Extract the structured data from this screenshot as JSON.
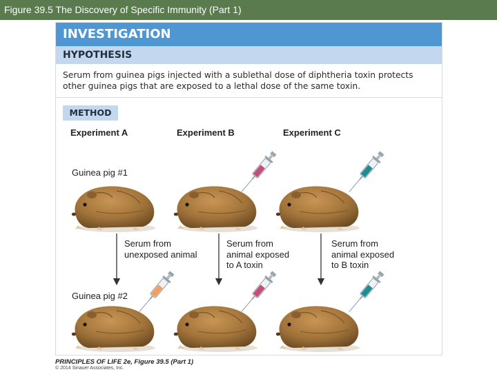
{
  "figure_title": "Figure 39.5 The Discovery of Specific Immunity (Part 1)",
  "investigation_label": "INVESTIGATION",
  "hypothesis_label": "HYPOTHESIS",
  "hypothesis_lines": [
    "Serum from guinea pigs injected with a sublethal dose of diphtheria toxin protects",
    "other guinea pigs that are exposed to a lethal dose of the same toxin."
  ],
  "method_label": "METHOD",
  "experiments": [
    "Experiment A",
    "Experiment B",
    "Experiment C"
  ],
  "guinea_pig_labels": [
    "Guinea pig #1",
    "Guinea pig #2"
  ],
  "serum_labels": [
    [
      "Serum from",
      "unexposed animal"
    ],
    [
      "Serum from",
      "animal exposed",
      "to A toxin"
    ],
    [
      "Serum from",
      "animal exposed",
      "to B toxin"
    ]
  ],
  "syringe_contents": {
    "row1": [
      null,
      "#c0507a",
      "#1f8c95"
    ],
    "row2": [
      "#f0a060",
      "#c0507a",
      "#1f8c95"
    ]
  },
  "colors": {
    "title_bar": "#5a7b4e",
    "investigation": "#4f97d2",
    "hypothesis_band": "#c3d8ef",
    "guinea_pig_fur": "#a87a3a"
  },
  "footer_line1": "PRINCIPLES OF LIFE 2e, Figure 39.5 (Part 1)",
  "footer_line2": "© 2014 Sinauer Associates, Inc."
}
